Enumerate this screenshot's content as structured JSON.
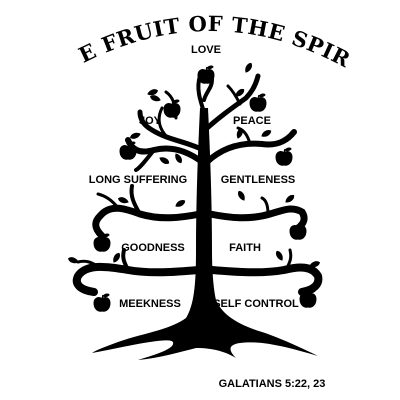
{
  "title": "THE FRUIT OF THE SPIRIT",
  "fruits": {
    "love": "LOVE",
    "joy": "JOY",
    "peace": "PEACE",
    "long_suffering": "LONG SUFFERING",
    "gentleness": "GENTLENESS",
    "goodness": "GOODNESS",
    "faith": "FAITH",
    "meekness": "MEEKNESS",
    "self_control": "SELF CONTROL"
  },
  "reference": "GALATIANS 5:22, 23",
  "colors": {
    "ink": "#000000",
    "background": "#ffffff"
  },
  "icons": [
    "apple-icon",
    "leaf-icon"
  ]
}
